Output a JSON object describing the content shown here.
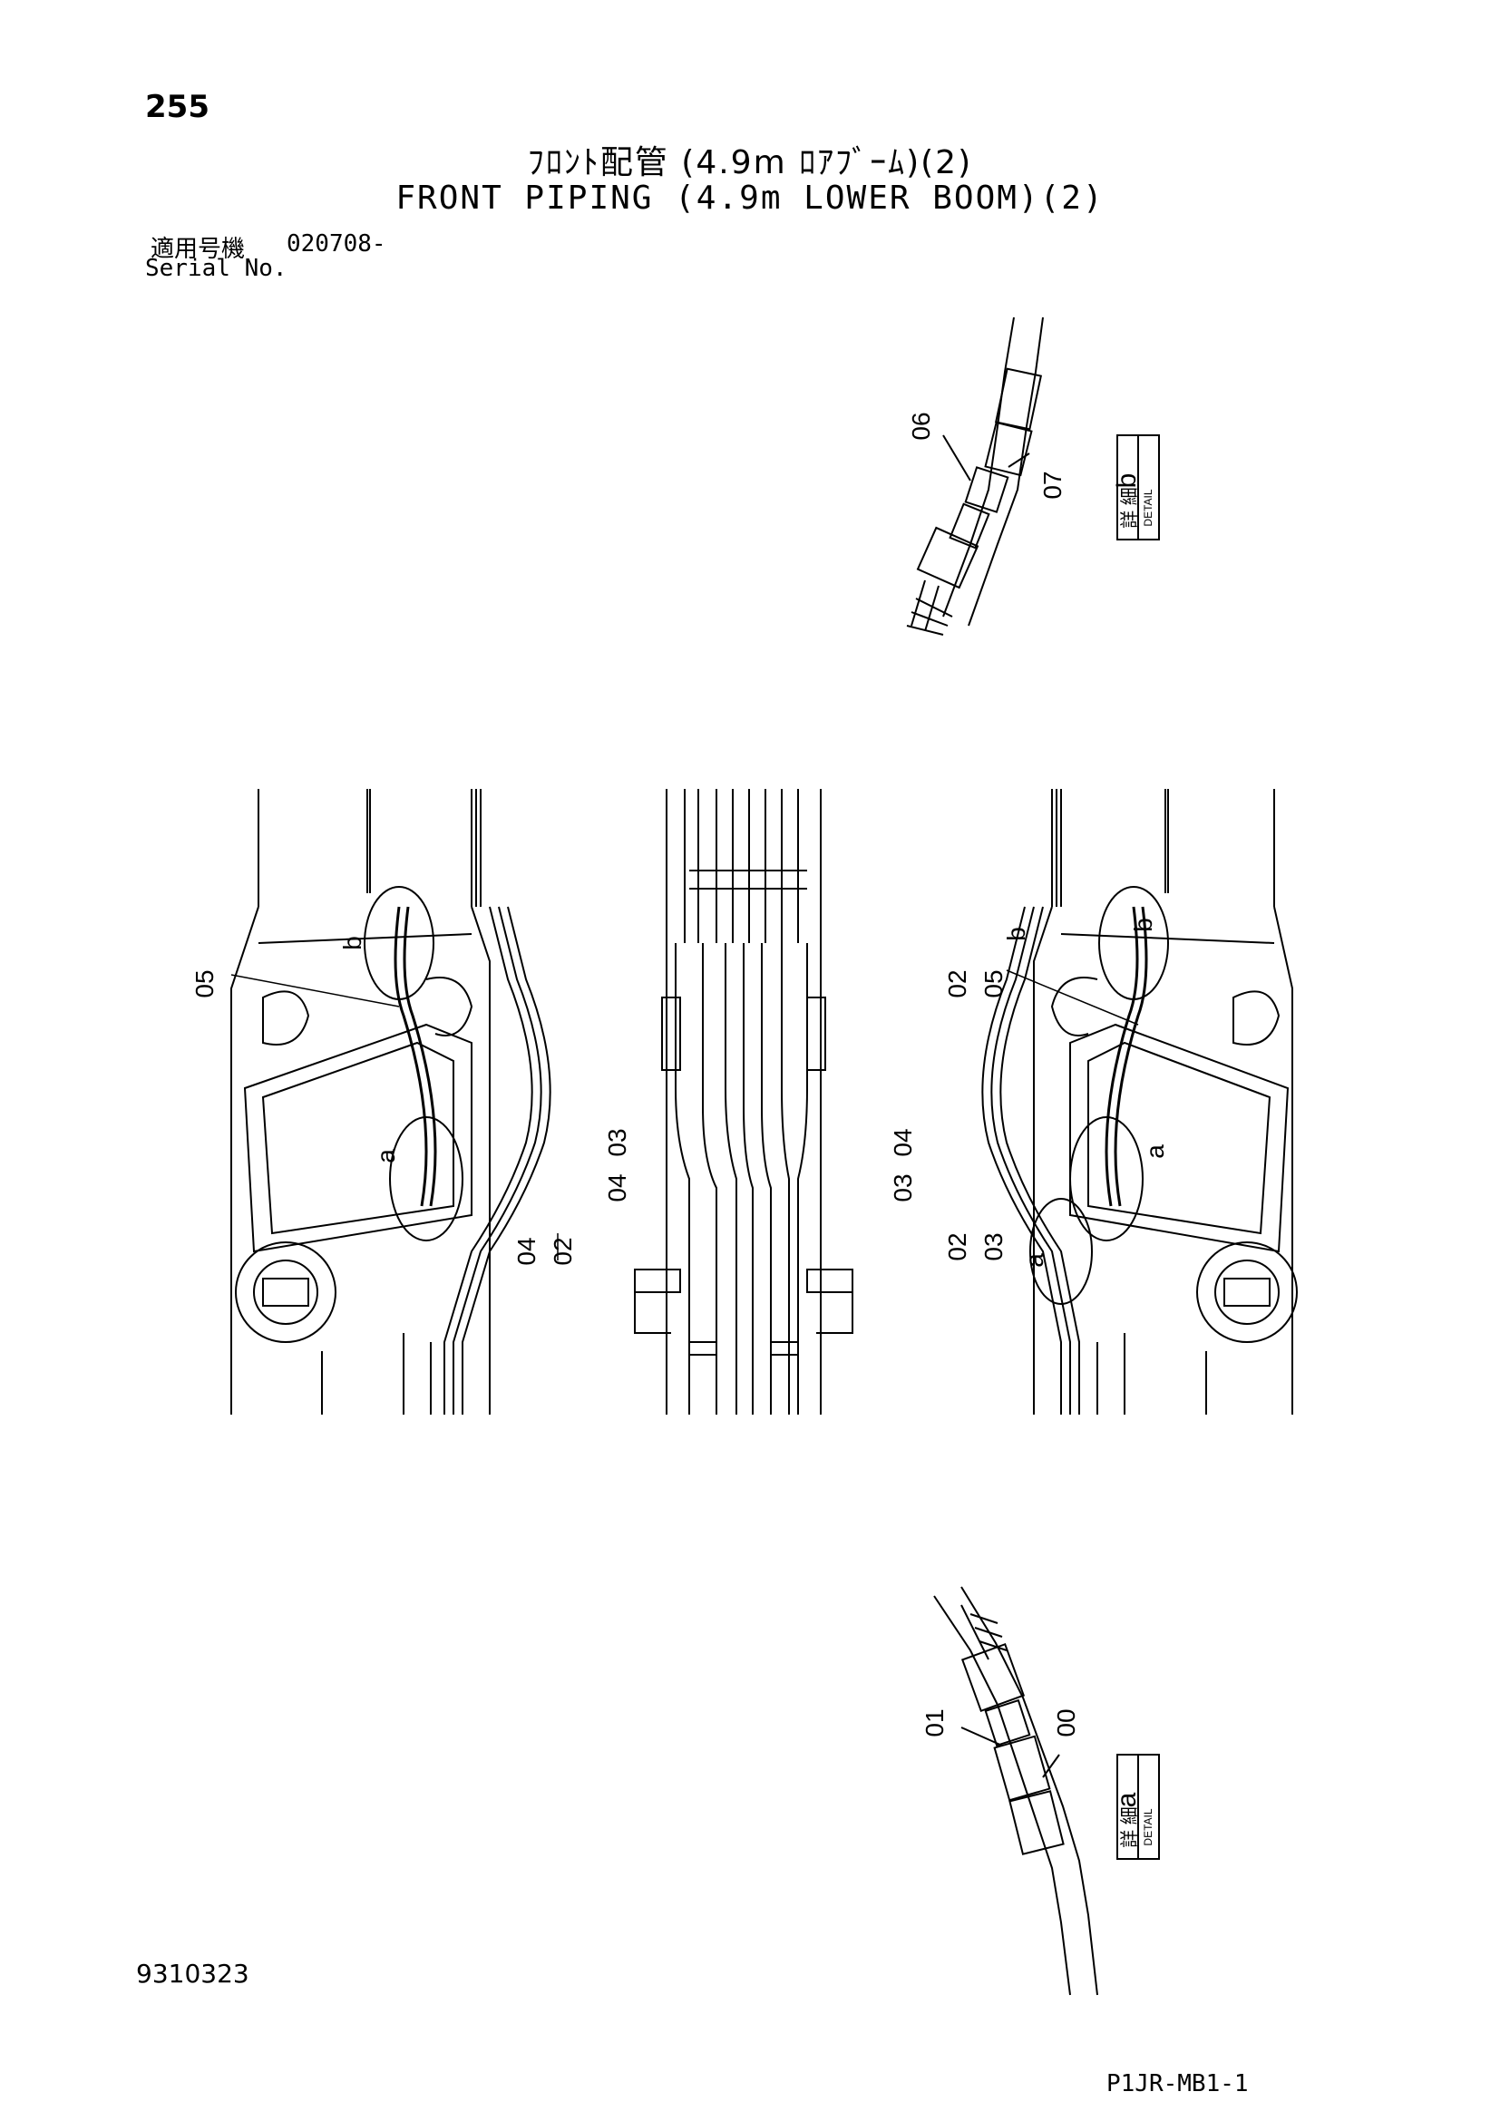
{
  "header": {
    "page_number": "255",
    "title_jp": "ﾌﾛﾝﾄ配管 (4.9m ﾛｱﾌﾞｰﾑ)(2)",
    "title_en": "FRONT PIPING (4.9m LOWER BOOM)(2)",
    "serial_label_jp": "適用号機",
    "serial_value": "020708-",
    "serial_label_en": "Serial No."
  },
  "detail_b": {
    "letter": "b",
    "label_jp": "詳 細",
    "label_en": "DETAIL",
    "callouts": [
      "06",
      "07"
    ]
  },
  "detail_a": {
    "letter": "a",
    "label_jp": "詳 細",
    "label_en": "DETAIL",
    "callouts": [
      "01",
      "00"
    ]
  },
  "left_view": {
    "callouts": [
      "05",
      "b",
      "a",
      "04",
      "02"
    ]
  },
  "center_view": {
    "callouts": [
      "04",
      "03",
      "03",
      "04"
    ]
  },
  "right_view": {
    "callouts": [
      "02",
      "05",
      "b",
      "b",
      "a",
      "02",
      "03",
      "a"
    ]
  },
  "footer": {
    "doc_code": "9310323",
    "sheet_code": "P1JR-MB1-1"
  }
}
